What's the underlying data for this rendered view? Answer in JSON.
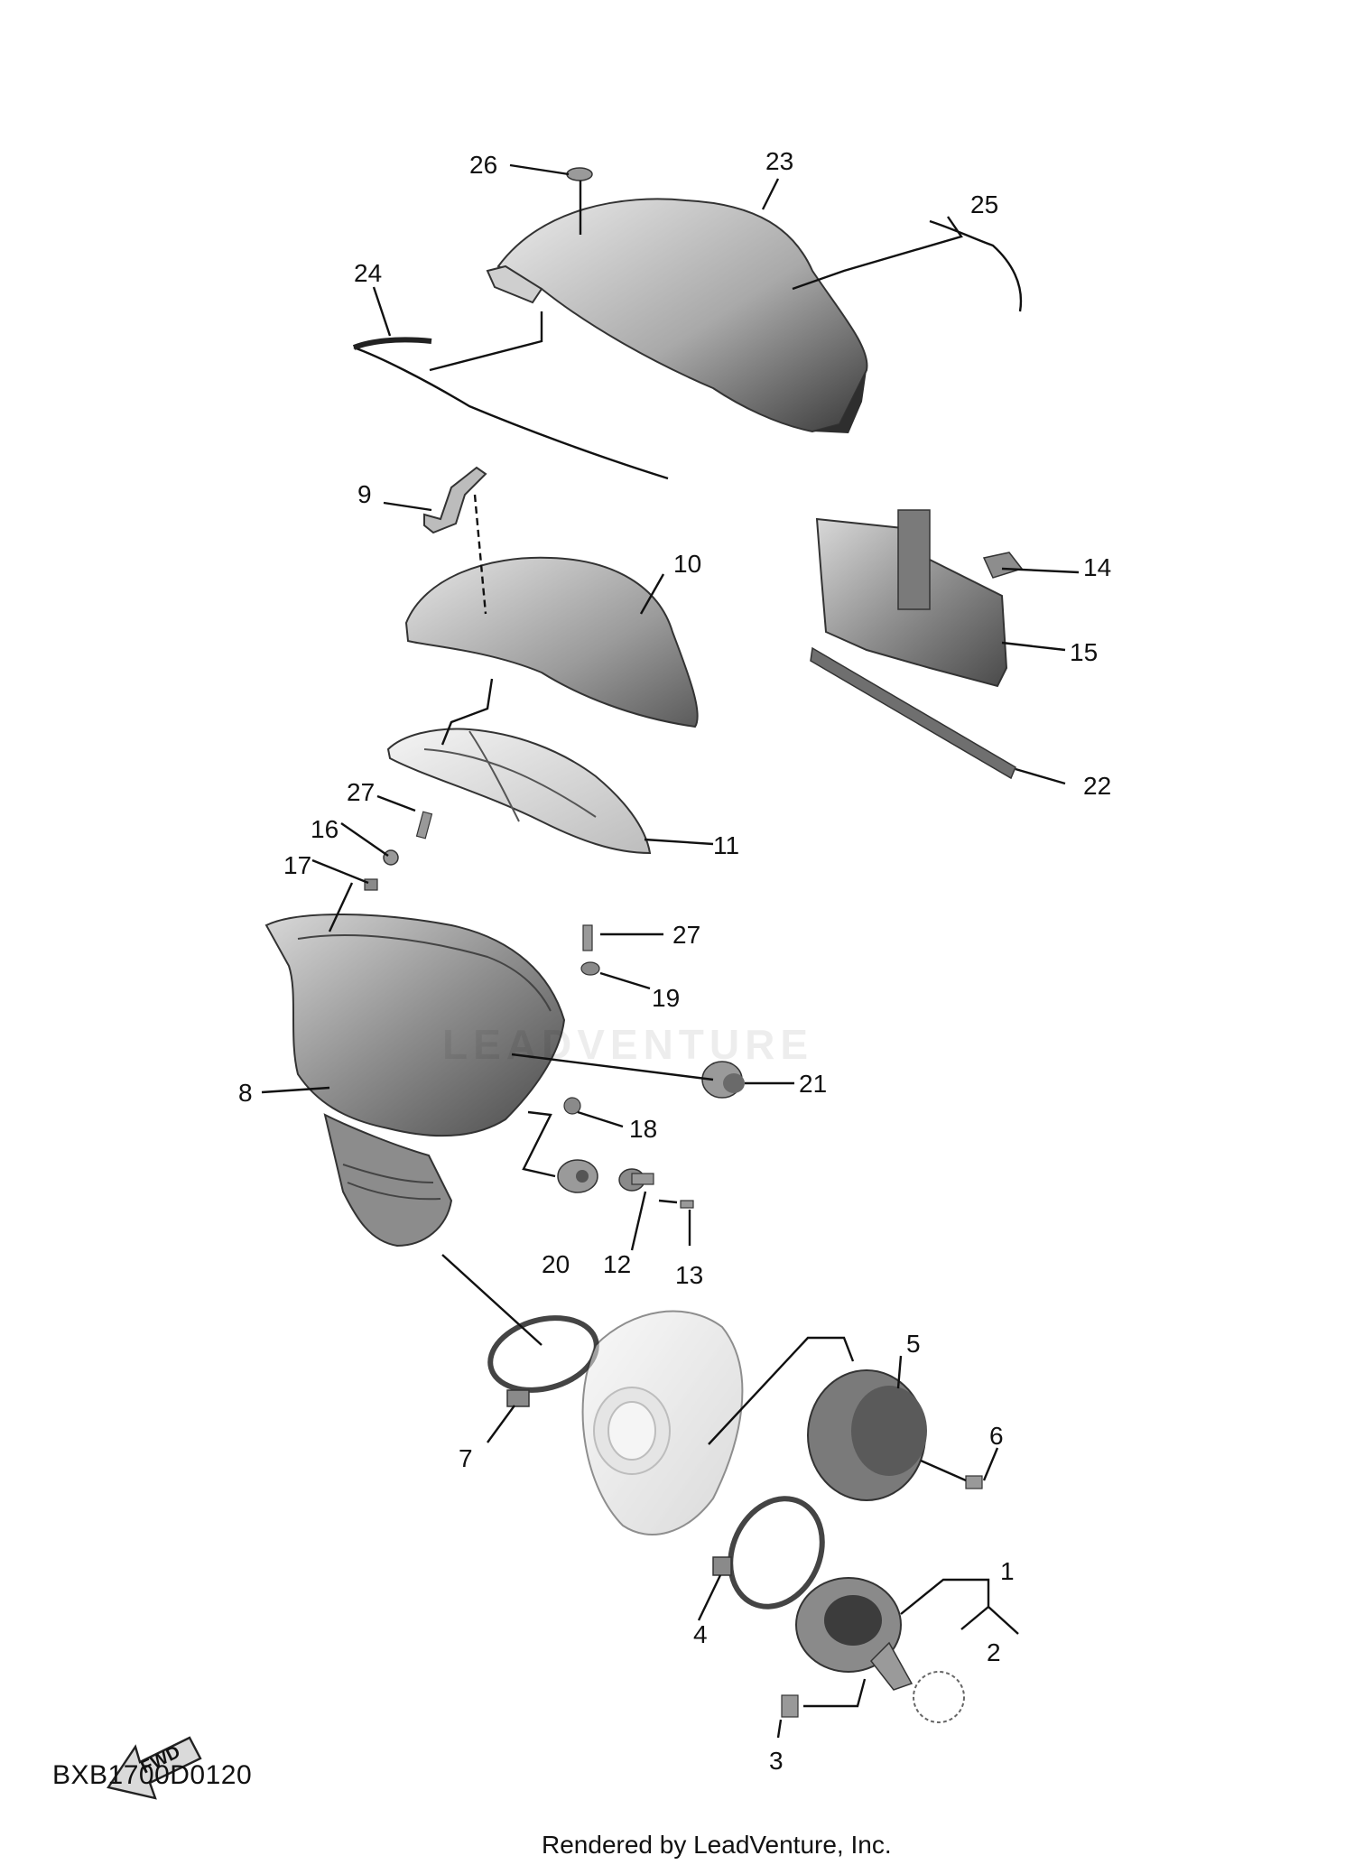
{
  "diagram": {
    "code": "BXB1700D0120",
    "credit": "Rendered by LeadVenture, Inc.",
    "watermark": "LEADVENTURE",
    "fwd_label": "FWD",
    "callouts": [
      "1",
      "2",
      "3",
      "4",
      "5",
      "6",
      "7",
      "8",
      "9",
      "10",
      "11",
      "12",
      "13",
      "14",
      "15",
      "16",
      "17",
      "18",
      "19",
      "20",
      "21",
      "22",
      "23",
      "24",
      "25",
      "26",
      "27",
      "27"
    ]
  }
}
